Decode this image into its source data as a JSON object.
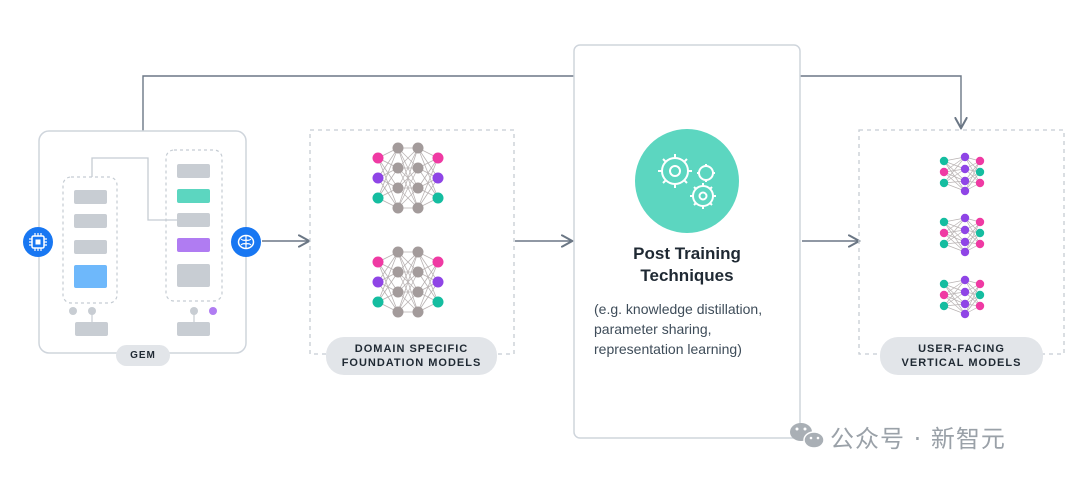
{
  "diagram": {
    "gem_label": "GEM",
    "domain_models_label": [
      "DOMAIN SPECIFIC",
      "FOUNDATION MODELS"
    ],
    "post_training_title": [
      "Post Training",
      "Techniques"
    ],
    "post_training_examples": [
      "(e.g. knowledge distillation,",
      "parameter sharing,",
      "representation learning)"
    ],
    "vertical_models_label": [
      "USER-FACING",
      "VERTICAL MODELS"
    ]
  },
  "watermark": "公众号 · 新智元",
  "colors": {
    "accent_blue": "#1877f2",
    "teal": "#5cd6c0",
    "magenta": "#ef3aa3",
    "purple": "#8f45e6",
    "node_teal": "#15bda0",
    "node_gray": "#a39b9b",
    "light_blue_block": "#6eb8fb",
    "lilac_block": "#b07cf2",
    "gray_block": "#c8cdd3",
    "line": "#6b7785"
  },
  "icons": {
    "gem_left": "cpu-chip-icon",
    "gem_right": "brain-icon",
    "center": "gears-icon",
    "watermark": "wechat-icon"
  }
}
